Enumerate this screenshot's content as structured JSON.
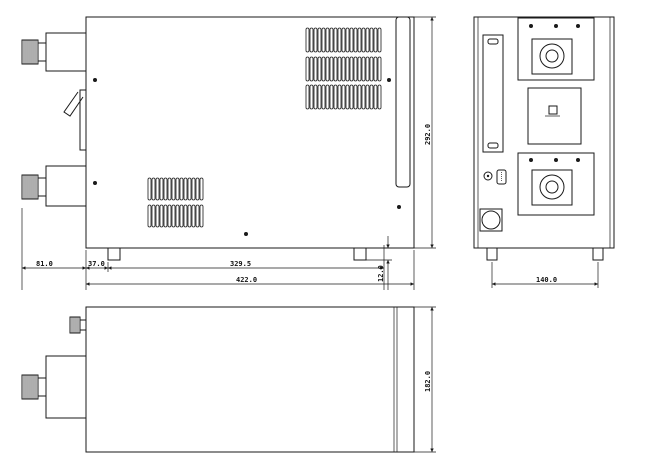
{
  "dimensions": {
    "left_offset": "81.0",
    "feet_offset": "37.0",
    "inner_length": "329.5",
    "total_length": "422.0",
    "height": "292.0",
    "feet_height": "12.0",
    "width": "140.0",
    "depth": "182.0"
  },
  "colors": {
    "line": "#1a1a1a",
    "background": "#ffffff"
  },
  "views": [
    "side-view",
    "rear-view",
    "top-view"
  ],
  "icons": [
    "knurled-knob-icon",
    "d-sub-connector-icon",
    "round-connector-icon",
    "power-switch-icon",
    "fan-opening-icon"
  ]
}
